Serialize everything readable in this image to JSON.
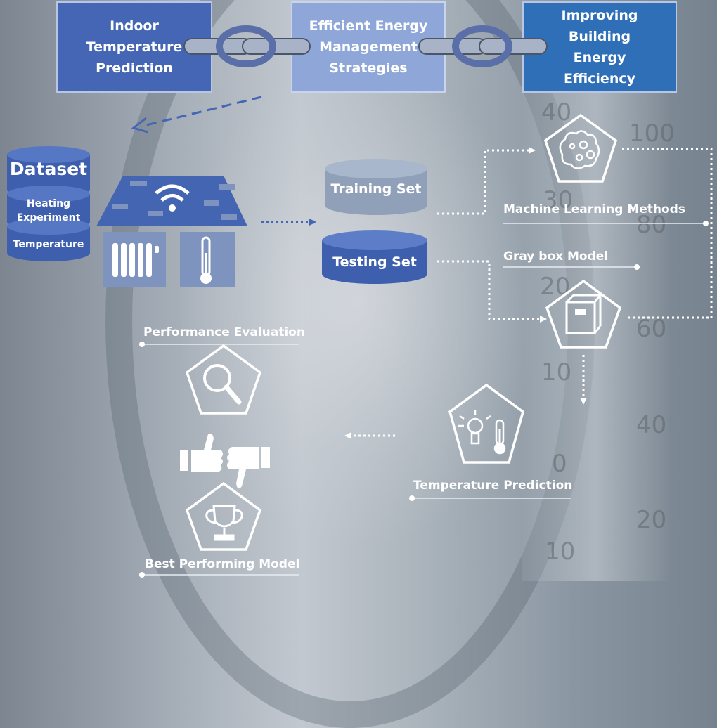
{
  "top_boxes": [
    {
      "label": "Indoor\nTemperature\nPrediction"
    },
    {
      "label": "Efficient Energy\nManagement\nStrategies"
    },
    {
      "label": "Improving\nBuilding\nEnergy\nEfficiency"
    }
  ],
  "dataset": {
    "title": "Dataset",
    "layer1": "Heating\nExperiment",
    "layer2": "Temperature"
  },
  "sets": {
    "training": "Training Set",
    "testing": "Testing Set"
  },
  "nodes": {
    "ml": "Machine Learning Methods",
    "graybox": "Gray box Model",
    "temp_pred": "Temperature Prediction",
    "perf_eval": "Performance Evaluation",
    "best_model": "Best Performing Model"
  },
  "background_scale": [
    "100",
    "80",
    "60",
    "40",
    "20",
    "40",
    "30",
    "20",
    "10",
    "0",
    "10"
  ],
  "colors": {
    "box1": "#4466b4",
    "box2": "#8ea7d8",
    "box3": "#2f6fb8",
    "cyl_dark": "#3d5fae",
    "cyl_light": "#8fa0b8",
    "house": "#4465b2",
    "chain": "#a8b3c7"
  }
}
